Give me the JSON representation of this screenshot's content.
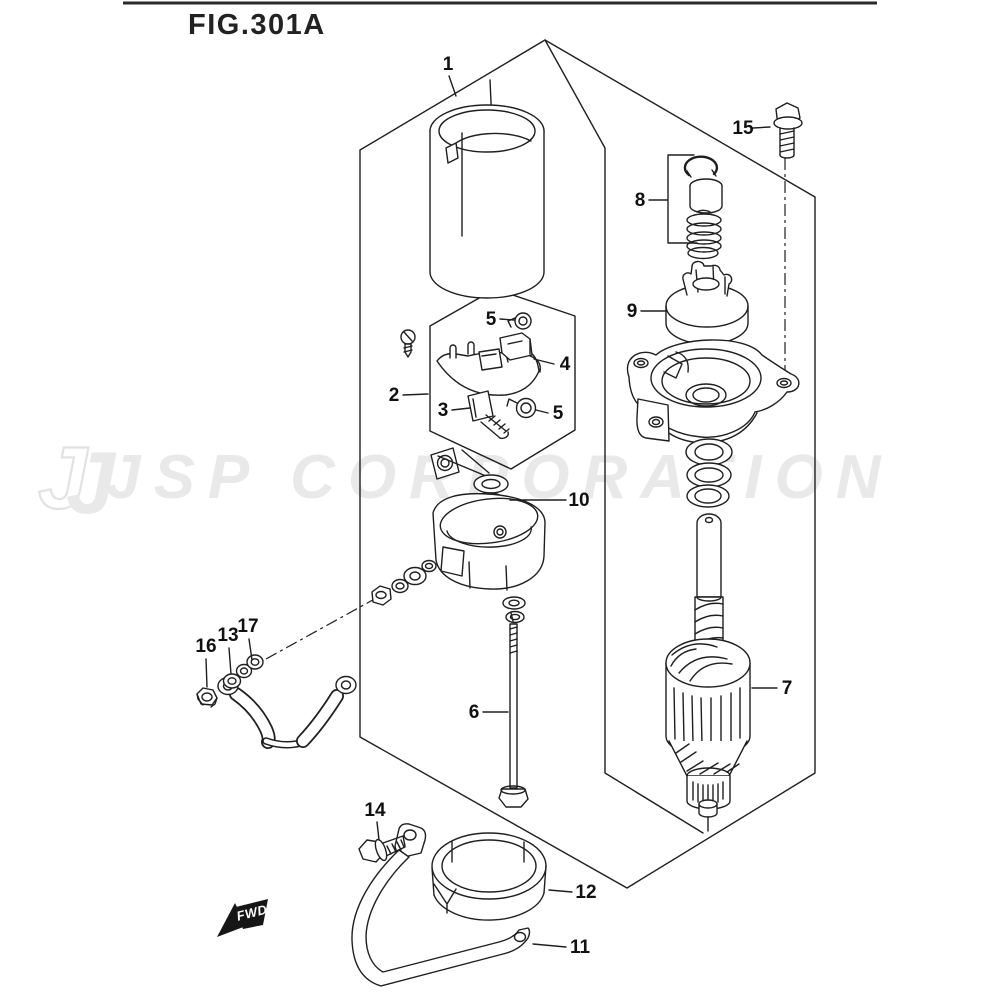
{
  "figure_title": "FIG.301A",
  "watermark": {
    "logo_glyph": "J",
    "text": "JSP CORPORATION"
  },
  "fwd_label": "FWD",
  "callouts": {
    "c1": "1",
    "c2": "2",
    "c3": "3",
    "c4": "4",
    "c5": "5",
    "c6": "6",
    "c7": "7",
    "c8": "8",
    "c9": "9",
    "c10": "10",
    "c11": "11",
    "c12": "12",
    "c13": "13",
    "c14": "14",
    "c15": "15",
    "c16": "16",
    "c17": "17"
  },
  "colors": {
    "line": "#1f1f1f",
    "watermark": "#e9e9e9",
    "label": "#111111",
    "background": "#ffffff"
  }
}
